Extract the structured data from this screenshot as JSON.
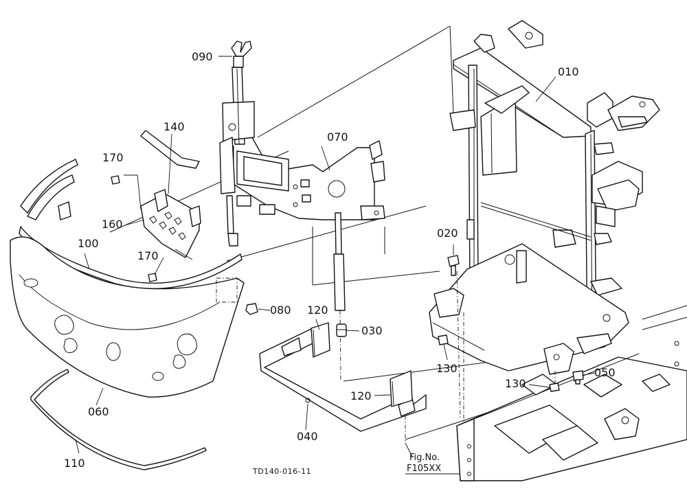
{
  "figure": {
    "drawing_code": "TD140-016-11",
    "fig_no_label": "Fig.No.",
    "fig_no_value": "F105XX"
  },
  "parts": {
    "p010": "010",
    "p020": "020",
    "p030": "030",
    "p040": "040",
    "p050": "050",
    "p060": "060",
    "p070": "070",
    "p080": "080",
    "p090": "090",
    "p100": "100",
    "p110": "110",
    "p120a": "120",
    "p120b": "120",
    "p130a": "130",
    "p130b": "130",
    "p140": "140",
    "p160": "160",
    "p170a": "170",
    "p170b": "170"
  }
}
